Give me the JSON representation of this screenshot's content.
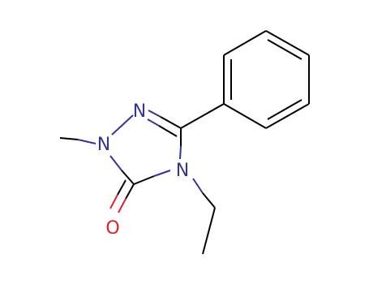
{
  "molecule": {
    "atoms": [
      {
        "id": "n_methyl",
        "label": "N",
        "color": "#33339a"
      },
      {
        "id": "n_ring",
        "label": "N",
        "color": "#33339a"
      },
      {
        "id": "n_ethyl",
        "label": "N",
        "color": "#33339a"
      },
      {
        "id": "o_carbonyl",
        "label": "O",
        "color": "#e0202a"
      }
    ],
    "bond_color": "#000000",
    "heteroatom_bond_color": "#33339a",
    "oxygen_bond_color": "#e0202a"
  }
}
